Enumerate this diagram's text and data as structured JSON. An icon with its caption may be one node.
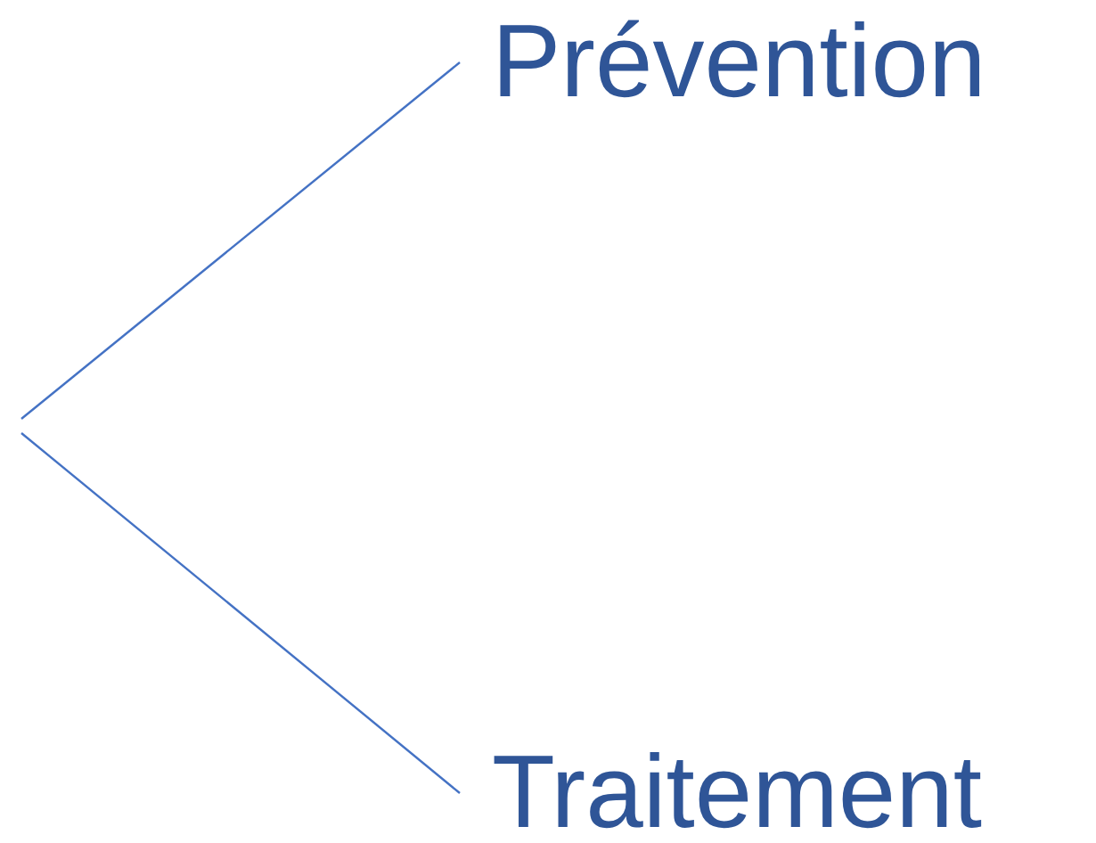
{
  "diagram": {
    "nodes": [
      {
        "text": [
          "Prévention"
        ]
      },
      {
        "text": [
          "Traitement"
        ]
      }
    ],
    "edges": [
      {
        "from": null,
        "to": 0,
        "arrow": "none"
      },
      {
        "from": null,
        "to": 1,
        "arrow": "none"
      }
    ]
  }
}
